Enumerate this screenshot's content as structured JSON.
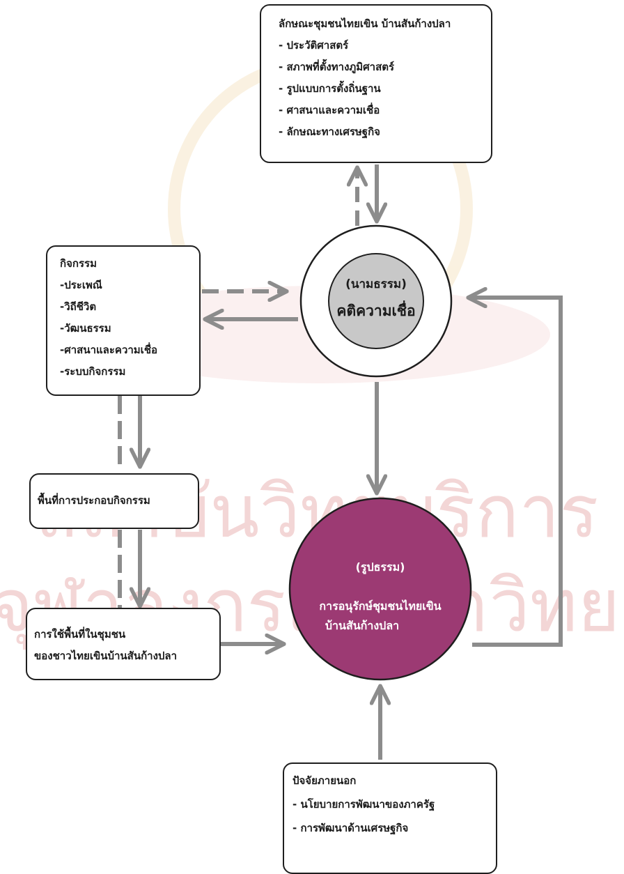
{
  "watermark": {
    "line1": "สถาบันวิทยบริการ",
    "line2": "จุฬาลงกรณ์มหาวิทยาลัย"
  },
  "characteristics_box": {
    "title": "ลักษณะชุมชนไทยเขิน บ้านสันก้างปลา",
    "items": [
      "- ประวัติศาสตร์",
      "- สภาพที่ตั้งทางภูมิศาสตร์",
      "- รูปแบบการตั้งถิ่นฐาน",
      "- ศาสนาและความเชื่อ",
      "- ลักษณะทางเศรษฐกิจ"
    ]
  },
  "activities_box": {
    "title": "กิจกรรม",
    "items": [
      "-ประเพณี",
      "-วิถีชีวิต",
      "-วัฒนธรรม",
      "-ศาสนาและความเชื่อ",
      "-ระบบกิจกรรม"
    ]
  },
  "activity_space_box": {
    "label": "พื้นที่การประกอบกิจกรรม"
  },
  "space_use_box": {
    "line1": "การใช้พื้นที่ในชุมชน",
    "line2": "ของชาวไทยเขินบ้านสันก้างปลา"
  },
  "belief_circle": {
    "subtitle": "(นามธรรม)",
    "title": "คติความเชื่อ"
  },
  "conservation_circle": {
    "subtitle": "(รูปธรรม)",
    "line1": "การอนุรักษ์ชุมชนไทยเขิน",
    "line2": "บ้านสันก้างปลา"
  },
  "external_box": {
    "title": "ปัจจัยภายนอก",
    "items": [
      "- นโยบายการพัฒนาของภาครัฐ",
      "- การพัฒนาด้านเศรษฐกิจ"
    ]
  },
  "colors": {
    "arrow": "#8c8c8c",
    "box_border": "#1e1e1e",
    "belief_fill": "#c8c8c8",
    "conservation_fill": "#9c3a73",
    "watermark": "#f3d6d6"
  }
}
